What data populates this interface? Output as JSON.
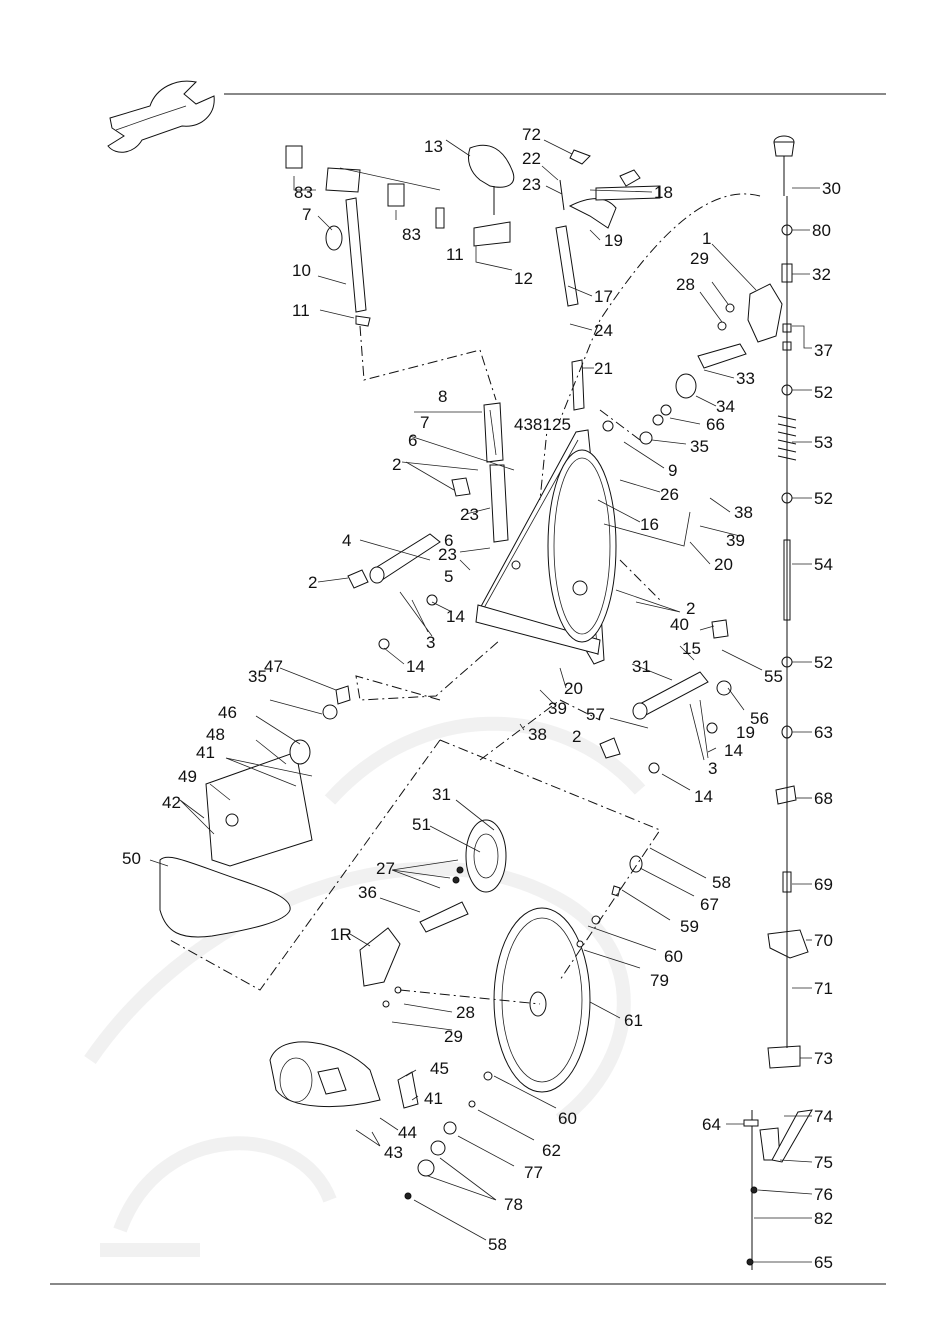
{
  "labels": {
    "p1": "1",
    "p1R": "1R",
    "p2a": "2",
    "p2b": "2",
    "p2c": "2",
    "p2d": "2",
    "p3a": "3",
    "p3b": "3",
    "p4": "4",
    "p5": "5",
    "p6a": "6",
    "p6b": "6",
    "p7a": "7",
    "p7b": "7",
    "p8": "8",
    "p9": "9",
    "p10": "10",
    "p11a": "11",
    "p11b": "11",
    "p12": "12",
    "p13": "13",
    "p14a": "14",
    "p14b": "14",
    "p14c": "14",
    "p14d": "14",
    "p15": "15",
    "p16": "16",
    "p17": "17",
    "p18": "18",
    "p19a": "19",
    "p19b": "19",
    "p20a": "20",
    "p20b": "20",
    "p21": "21",
    "p22": "22",
    "p23a": "23",
    "p23b": "23",
    "p23c": "23",
    "p24": "24",
    "p25": "25",
    "p26": "26",
    "p27": "27",
    "p28a": "28",
    "p28b": "28",
    "p29a": "29",
    "p29b": "29",
    "p30": "30",
    "p31a": "31",
    "p31b": "31",
    "p32": "32",
    "p33": "33",
    "p34": "34",
    "p35a": "35",
    "p35b": "35",
    "p36": "36",
    "p37": "37",
    "p38a": "38",
    "p38b": "38",
    "p39a": "39",
    "p39b": "39",
    "p40": "40",
    "p41a": "41",
    "p41b": "41",
    "p42": "42",
    "p43": "43",
    "p4381": "4381",
    "p44": "44",
    "p45": "45",
    "p46": "46",
    "p47": "47",
    "p48": "48",
    "p49": "49",
    "p50": "50",
    "p51": "51",
    "p52a": "52",
    "p52b": "52",
    "p52c": "52",
    "p53": "53",
    "p54": "54",
    "p55": "55",
    "p56": "56",
    "p57": "57",
    "p58a": "58",
    "p58b": "58",
    "p59": "59",
    "p60a": "60",
    "p60b": "60",
    "p61": "61",
    "p62": "62",
    "p63": "63",
    "p64": "64",
    "p65": "65",
    "p66": "66",
    "p67": "67",
    "p68": "68",
    "p69": "69",
    "p70": "70",
    "p71": "71",
    "p72": "72",
    "p73": "73",
    "p74": "74",
    "p75": "75",
    "p76": "76",
    "p77": "77",
    "p78": "78",
    "p79": "79",
    "p80": "80",
    "p82": "82",
    "p83a": "83",
    "p83b": "83"
  },
  "icons": {
    "header": "wrench-icon"
  }
}
